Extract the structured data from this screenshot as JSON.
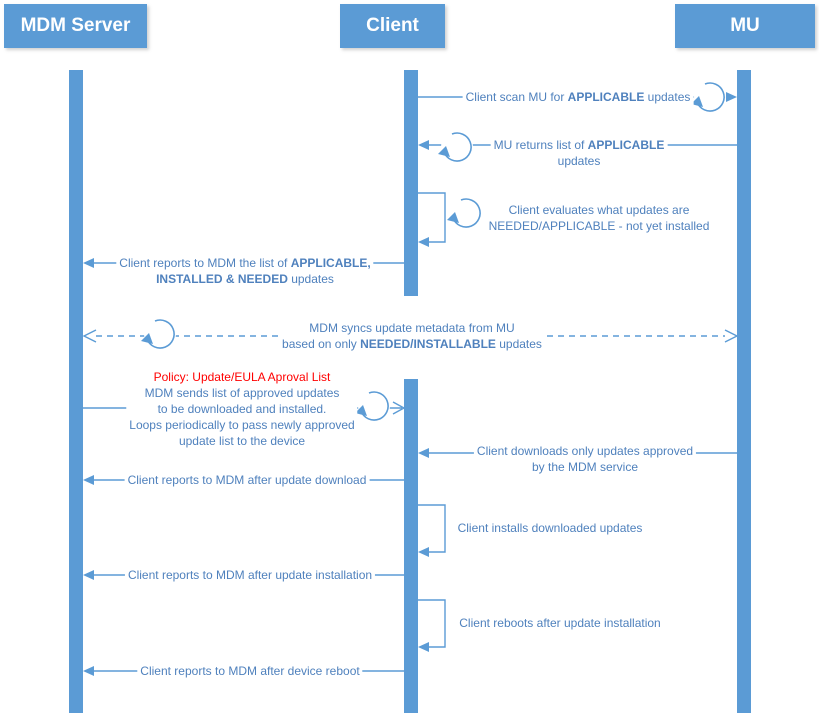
{
  "colors": {
    "accent": "#5b9bd5",
    "message_text": "#4f81bd",
    "policy_text": "#ff0000",
    "actor_text": "#ffffff"
  },
  "actors": [
    {
      "label": "MDM Server"
    },
    {
      "label": "Client"
    },
    {
      "label": "MU"
    }
  ],
  "messages": [
    {
      "name": "scan",
      "from": "Client",
      "to": "MU",
      "style": "solid",
      "lines": [
        [
          {
            "t": "Client scan MU for "
          },
          {
            "t": "APPLICABLE",
            "b": true
          },
          {
            "t": " updates"
          }
        ]
      ]
    },
    {
      "name": "returns",
      "from": "MU",
      "to": "Client",
      "style": "solid",
      "lines": [
        [
          {
            "t": "MU returns list of "
          },
          {
            "t": "APPLICABLE",
            "b": true
          }
        ],
        [
          {
            "t": "updates"
          }
        ]
      ]
    },
    {
      "name": "evaluates",
      "from": "Client",
      "to": "Client",
      "style": "self",
      "lines": [
        [
          {
            "t": "Client evaluates what updates are"
          }
        ],
        [
          {
            "t": "NEEDED/APPLICABLE - not yet installed"
          }
        ]
      ]
    },
    {
      "name": "report-list",
      "from": "Client",
      "to": "MDM Server",
      "style": "solid",
      "lines": [
        [
          {
            "t": "Client reports to MDM the list of "
          },
          {
            "t": "APPLICABLE,",
            "b": true
          }
        ],
        [
          {
            "t": "INSTALLED & NEEDED",
            "b": true
          },
          {
            "t": " updates"
          }
        ]
      ]
    },
    {
      "name": "sync",
      "from": "MDM Server",
      "to": "MU",
      "style": "dashed-bidirectional",
      "lines": [
        [
          {
            "t": "MDM syncs update metadata from MU"
          }
        ],
        [
          {
            "t": "based on only "
          },
          {
            "t": "NEEDED/INSTALLABLE",
            "b": true
          },
          {
            "t": " updates"
          }
        ]
      ]
    },
    {
      "name": "policy",
      "from": "MDM Server",
      "to": "Client",
      "style": "solid",
      "lines": [
        [
          {
            "t": "Policy: Update/EULA Aproval List",
            "red": true
          }
        ],
        [
          {
            "t": "MDM sends list of approved updates"
          }
        ],
        [
          {
            "t": "to be downloaded and installed."
          }
        ],
        [
          {
            "t": "Loops periodically to pass newly approved"
          }
        ],
        [
          {
            "t": "update list to the device"
          }
        ]
      ]
    },
    {
      "name": "download",
      "from": "MU",
      "to": "Client",
      "style": "solid",
      "lines": [
        [
          {
            "t": "Client downloads only updates approved"
          }
        ],
        [
          {
            "t": "by the MDM service"
          }
        ]
      ]
    },
    {
      "name": "report-download",
      "from": "Client",
      "to": "MDM Server",
      "style": "solid",
      "lines": [
        [
          {
            "t": "Client reports to MDM after update download"
          }
        ]
      ]
    },
    {
      "name": "install",
      "from": "Client",
      "to": "Client",
      "style": "self",
      "lines": [
        [
          {
            "t": "Client installs downloaded updates"
          }
        ]
      ]
    },
    {
      "name": "report-install",
      "from": "Client",
      "to": "MDM Server",
      "style": "solid",
      "lines": [
        [
          {
            "t": "Client reports to MDM after update installation"
          }
        ]
      ]
    },
    {
      "name": "reboot",
      "from": "Client",
      "to": "Client",
      "style": "self",
      "lines": [
        [
          {
            "t": "Client reboots after update installation"
          }
        ]
      ]
    },
    {
      "name": "report-reboot",
      "from": "Client",
      "to": "MDM Server",
      "style": "solid",
      "lines": [
        [
          {
            "t": "Client reports to MDM after device reboot"
          }
        ]
      ]
    }
  ]
}
